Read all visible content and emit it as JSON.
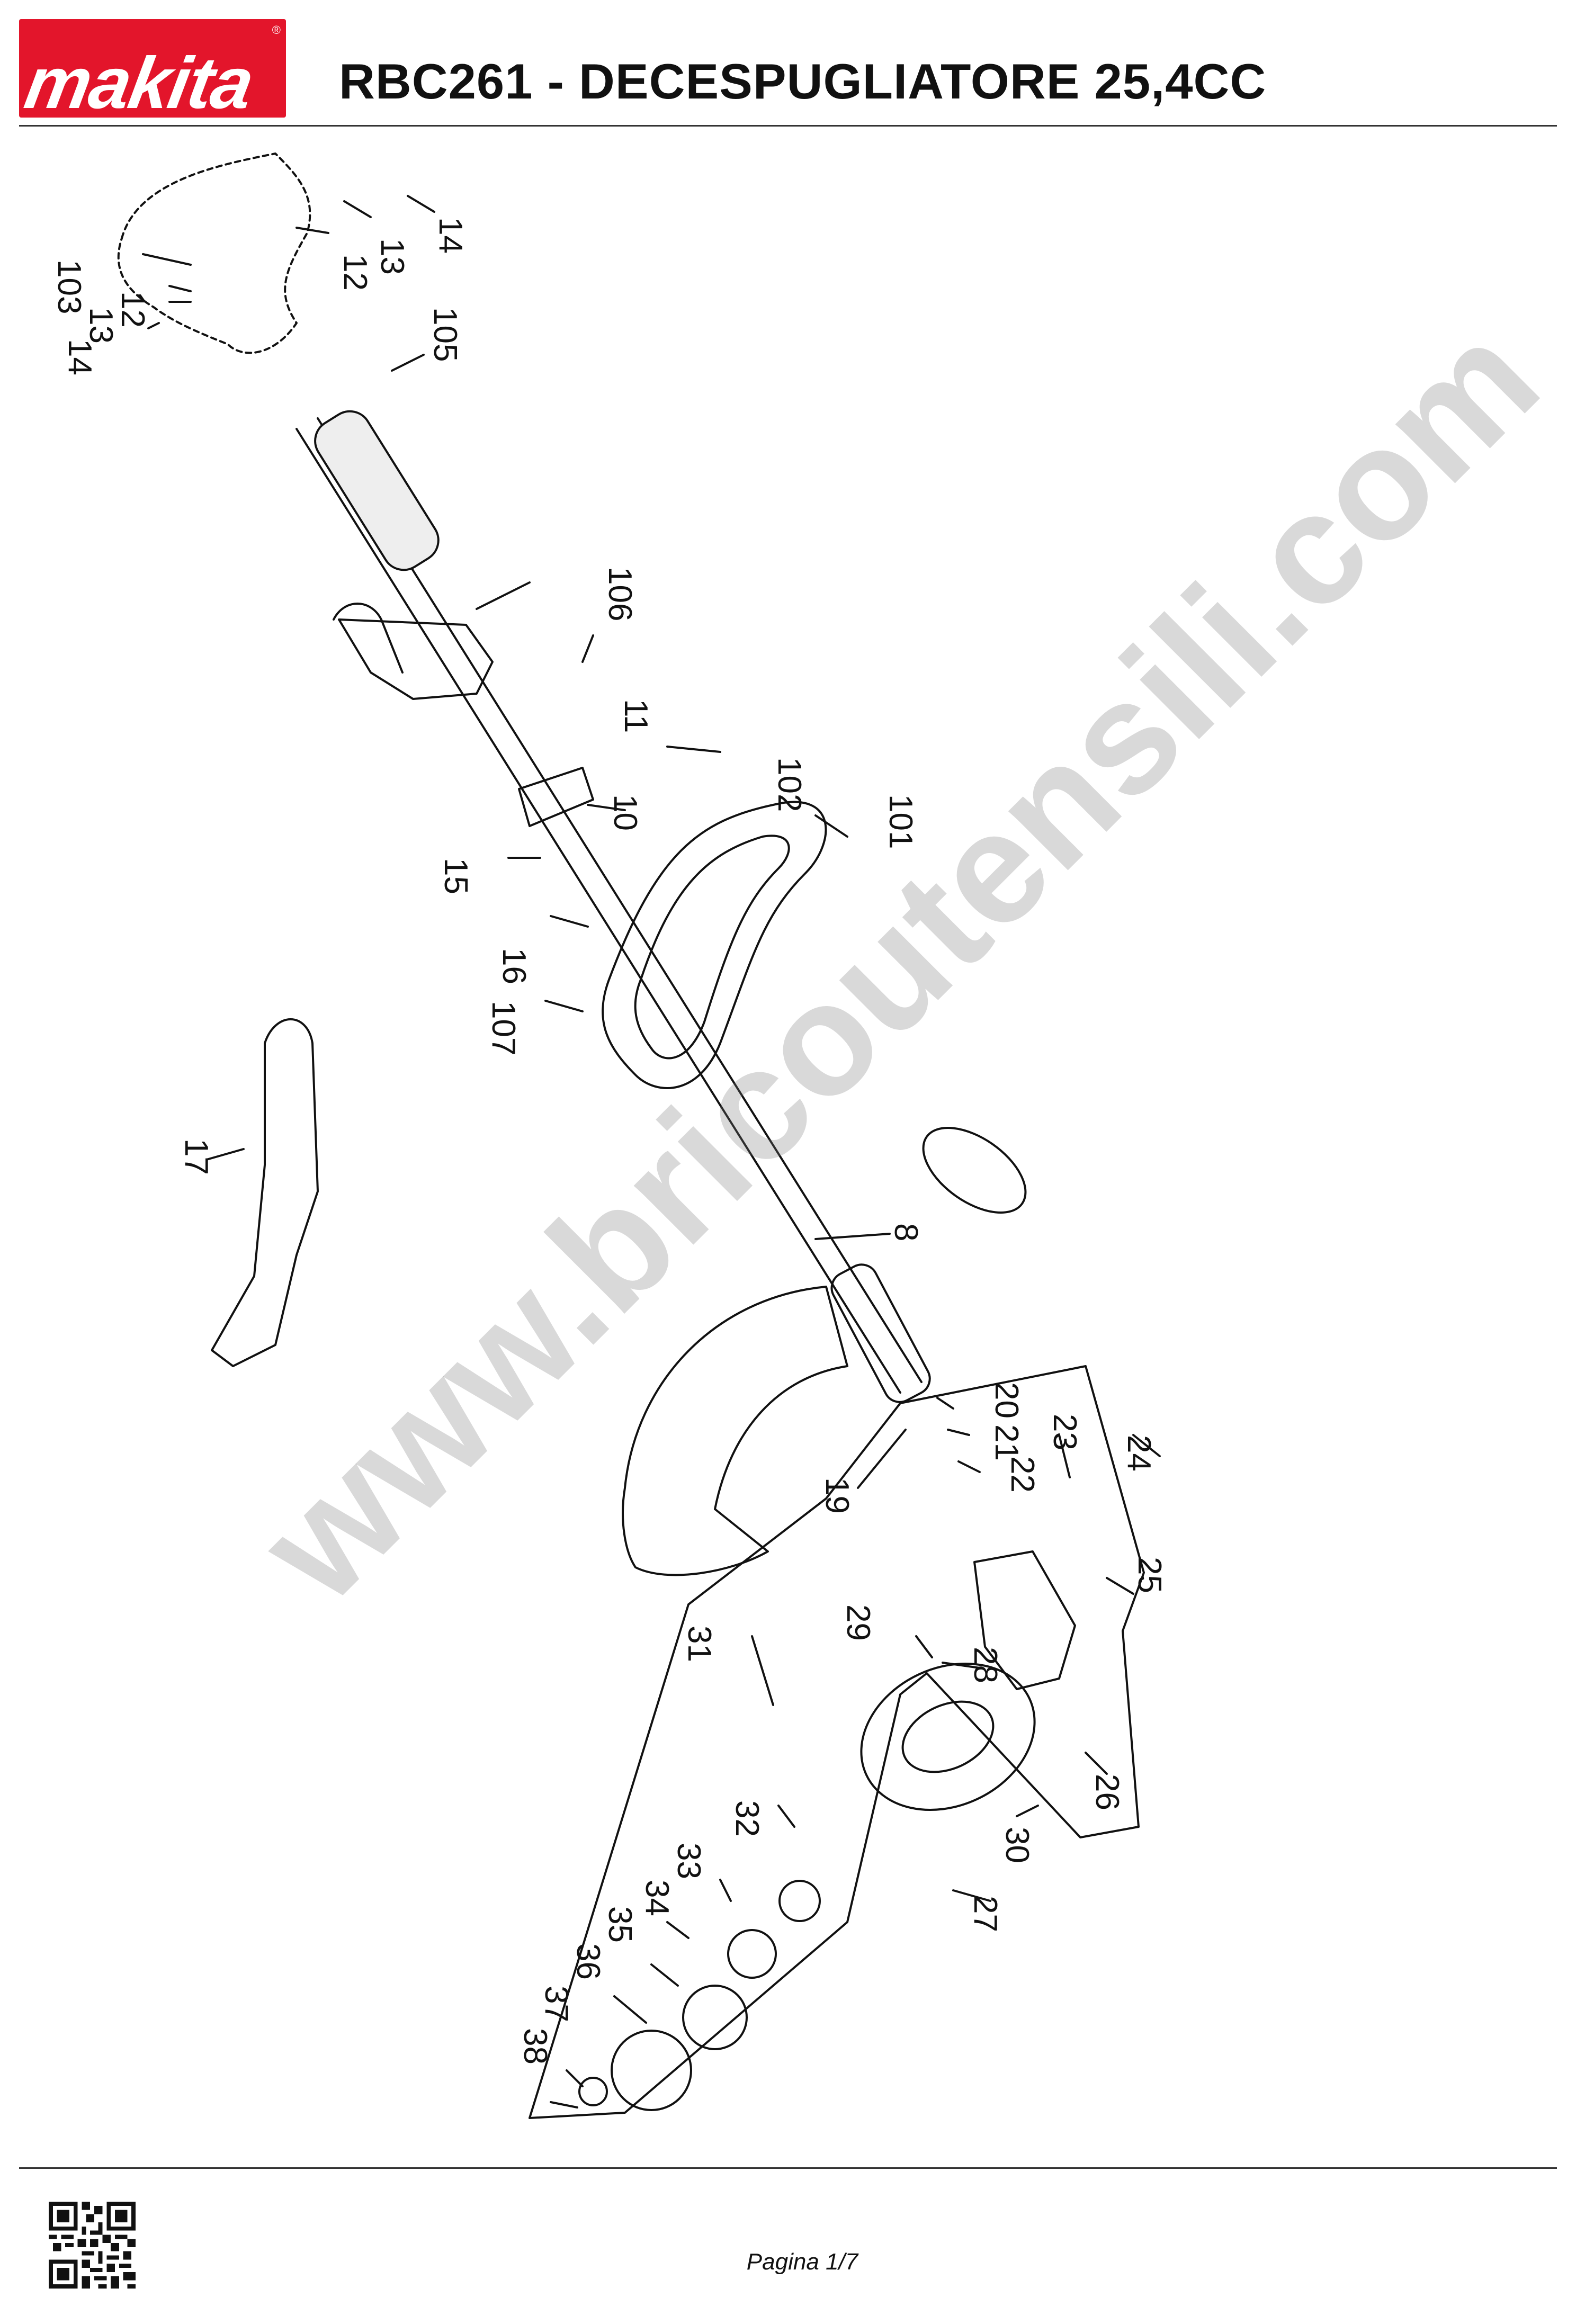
{
  "header": {
    "brand": "makita",
    "title": "RBC261 - DECESPUGLIATORE 25,4CC"
  },
  "watermark": "www.bricoutensili.com",
  "footer": {
    "page_label": "Pagina 1/7"
  },
  "icons": {
    "qr": "qr-code-icon"
  },
  "colors": {
    "brand_red": "#e3152b",
    "ink": "#111111",
    "watermark": "#b4b4b4"
  },
  "callouts": [
    "14",
    "13",
    "12",
    "103",
    "12",
    "13",
    "14",
    "105",
    "106",
    "11",
    "102",
    "10",
    "101",
    "15",
    "16",
    "107",
    "17",
    "8",
    "20",
    "21",
    "22",
    "19",
    "23",
    "24",
    "25",
    "29",
    "28",
    "31",
    "26",
    "30",
    "32",
    "33",
    "34",
    "35",
    "36",
    "27",
    "37",
    "38"
  ]
}
